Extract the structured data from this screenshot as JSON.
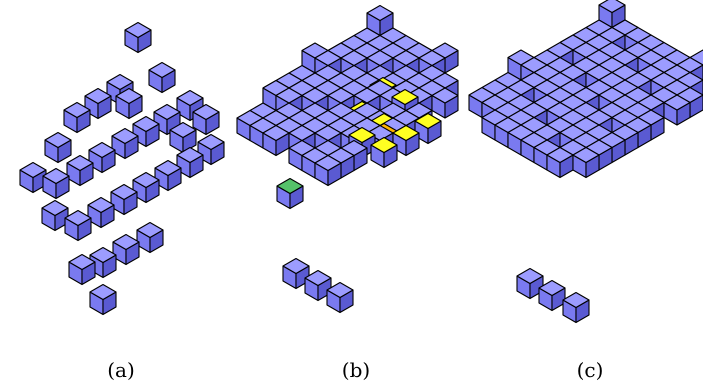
{
  "figure": {
    "captions": [
      "(a)",
      "(b)",
      "(c)"
    ],
    "colors": {
      "cube_top": "#9c9cff",
      "cube_left": "#7a7af0",
      "cube_right": "#5a5ad2",
      "edge": "#000000",
      "highlight_yellow": "#ffff22",
      "highlight_orange": "#ffb400",
      "highlight_green": "#55c26a"
    }
  }
}
